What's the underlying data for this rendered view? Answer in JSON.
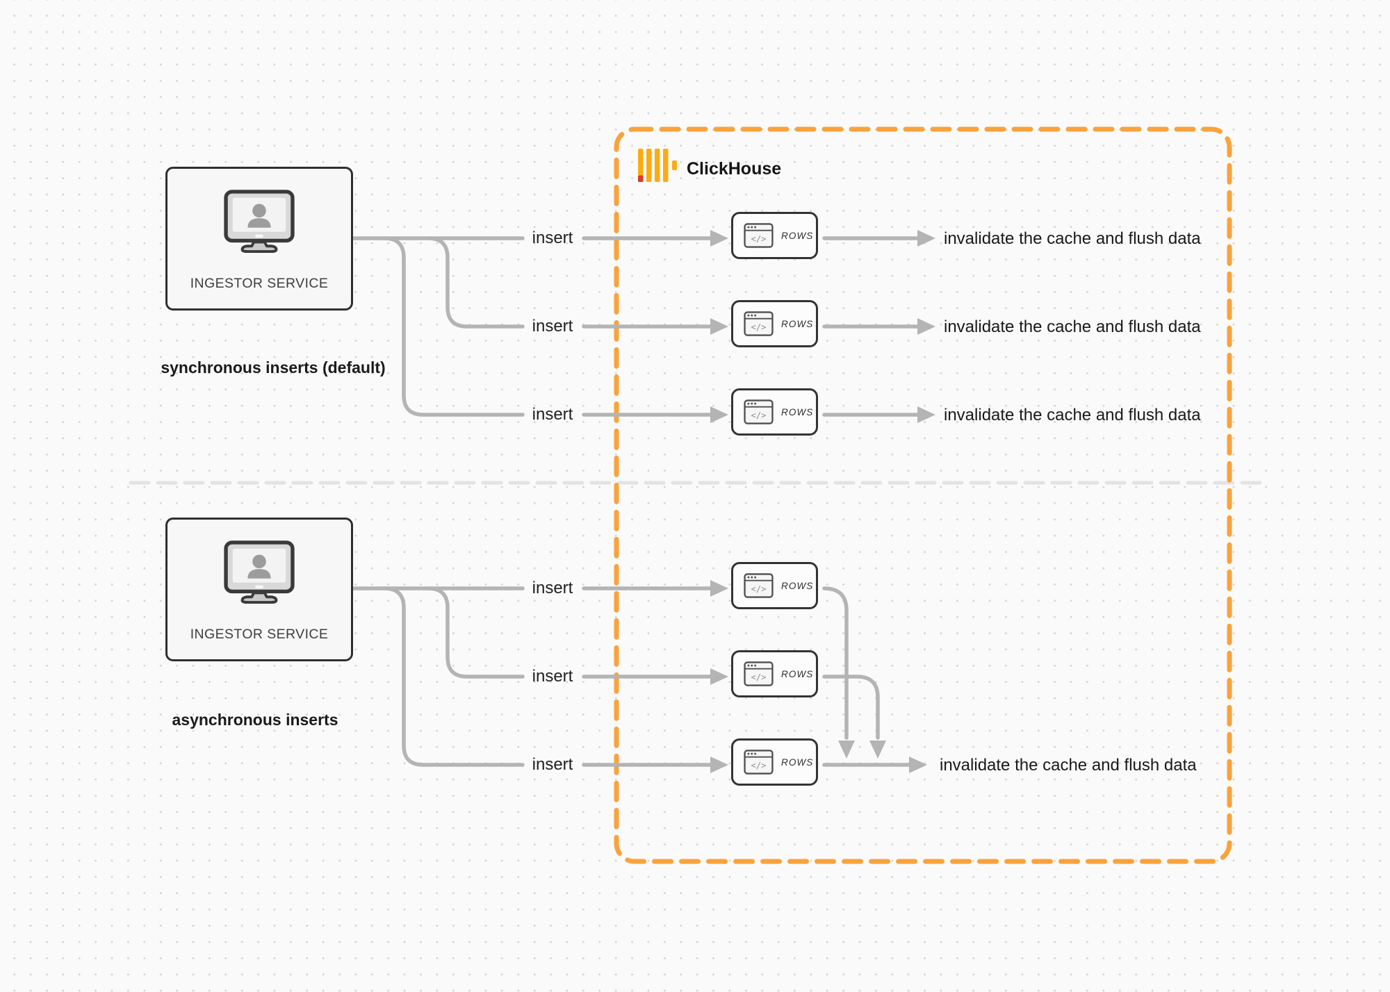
{
  "clickhouse": {
    "label": "ClickHouse"
  },
  "card_icon": {
    "glyph": "</>"
  },
  "sections": [
    {
      "id": "synchronous-inserts",
      "source_label": "INGESTOR SERVICE",
      "caption": "synchronous inserts (default)",
      "rows": [
        {
          "insert_label": "insert",
          "card_label": "ROWS",
          "result_label": "invalidate the cache and flush data"
        },
        {
          "insert_label": "insert",
          "card_label": "ROWS",
          "result_label": "invalidate the cache and flush data"
        },
        {
          "insert_label": "insert",
          "card_label": "ROWS",
          "result_label": "invalidate the cache and flush data"
        }
      ]
    },
    {
      "id": "asynchronous-inserts",
      "source_label": "INGESTOR SERVICE",
      "caption": "asynchronous inserts",
      "rows": [
        {
          "insert_label": "insert",
          "card_label": "ROWS"
        },
        {
          "insert_label": "insert",
          "card_label": "ROWS"
        },
        {
          "insert_label": "insert",
          "card_label": "ROWS",
          "result_label": "invalidate the cache and flush data"
        }
      ]
    }
  ],
  "icons": {
    "source": "workstation-user-icon",
    "card": "code-window-icon",
    "logo": "clickhouse-bars-logo"
  },
  "colors": {
    "accent_orange": "#F9A33C",
    "logo_bar": "#FBAC13",
    "logo_accent_red": "#E13A23",
    "connector_gray": "#b4b4b4",
    "divider_gray": "#e3e3e3",
    "border_dark": "#2f2f2f"
  }
}
